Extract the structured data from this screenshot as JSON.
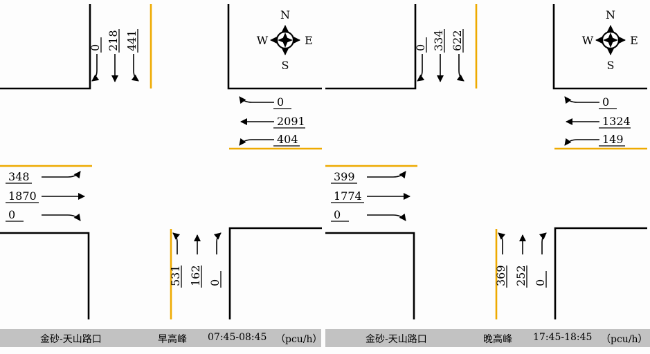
{
  "colors": {
    "road": "#000000",
    "median": "#eeaa00",
    "bar_bg": "#c2c2c2"
  },
  "diagrams": [
    {
      "compass": {
        "n": "N",
        "e": "E",
        "s": "S",
        "w": "W"
      },
      "north_approach": {
        "values": [
          "0",
          "218",
          "441"
        ]
      },
      "east_approach": {
        "values": [
          "0",
          "2091",
          "404"
        ]
      },
      "west_approach": {
        "values": [
          "348",
          "1870",
          "0"
        ]
      },
      "south_approach": {
        "values": [
          "531",
          "162",
          "0"
        ]
      },
      "footer": {
        "intersection": "金砂-天山路口",
        "period": "早高峰",
        "time": "07:45-08:45",
        "unit": "（pcu/h）"
      }
    },
    {
      "compass": {
        "n": "N",
        "e": "E",
        "s": "S",
        "w": "W"
      },
      "north_approach": {
        "values": [
          "0",
          "334",
          "622"
        ]
      },
      "east_approach": {
        "values": [
          "0",
          "1324",
          "149"
        ]
      },
      "west_approach": {
        "values": [
          "399",
          "1774",
          "0"
        ]
      },
      "south_approach": {
        "values": [
          "369",
          "252",
          "0"
        ]
      },
      "footer": {
        "intersection": "金砂-天山路口",
        "period": "晚高峰",
        "time": "17:45-18:45",
        "unit": "（pcu/h）"
      }
    }
  ]
}
